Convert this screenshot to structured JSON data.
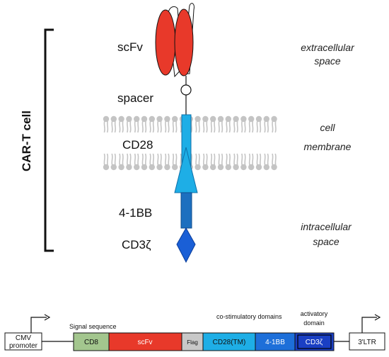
{
  "side_label": "CAR-T cell",
  "labels": {
    "scfv": "scFv",
    "spacer": "spacer",
    "cd28": "CD28",
    "four1bb": "4-1BB",
    "cd3z": "CD3ζ"
  },
  "regions": {
    "extracellular_1": "extracellular",
    "extracellular_2": "space",
    "membrane_1": "cell",
    "membrane_2": "membrane",
    "intracellular_1": "intracellular",
    "intracellular_2": "space"
  },
  "construct": {
    "promoter_1": "CMV",
    "promoter_2": "promoter",
    "signal_sequence_label": "Signal sequence",
    "costim_label": "co-stimulatory domains",
    "activatory_1": "activatory",
    "activatory_2": "domain",
    "segments": [
      "CD8",
      "scFv",
      "Flag",
      "CD28(TM)",
      "4-1BB",
      "CD3ζ"
    ],
    "ltr": "3'LTR"
  },
  "colors": {
    "scfv": "#e8392a",
    "cd28": "#1eaee6",
    "four1bb": "#1d6fbf",
    "cd3z": "#1a5fd6",
    "cd8": "#a3c68e",
    "flag": "#c8c8c8",
    "lipid": "#bfbfbf"
  }
}
